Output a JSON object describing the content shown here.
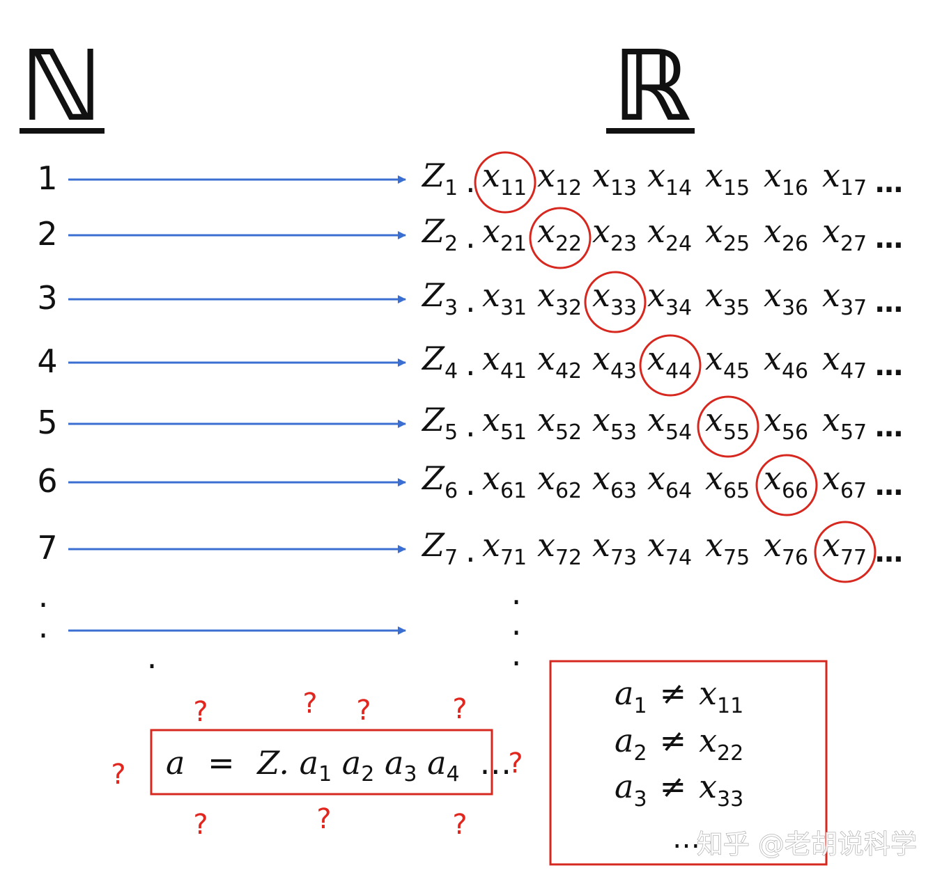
{
  "sets": {
    "naturals": "ℕ",
    "reals": "ℝ"
  },
  "rows": [
    {
      "n": "1",
      "z_sub": "1",
      "subs": [
        "11",
        "12",
        "13",
        "14",
        "15",
        "16",
        "17"
      ]
    },
    {
      "n": "2",
      "z_sub": "2",
      "subs": [
        "21",
        "22",
        "23",
        "24",
        "25",
        "26",
        "27"
      ]
    },
    {
      "n": "3",
      "z_sub": "3",
      "subs": [
        "31",
        "32",
        "33",
        "34",
        "35",
        "36",
        "37"
      ]
    },
    {
      "n": "4",
      "z_sub": "4",
      "subs": [
        "41",
        "42",
        "43",
        "44",
        "45",
        "46",
        "47"
      ]
    },
    {
      "n": "5",
      "z_sub": "5",
      "subs": [
        "51",
        "52",
        "53",
        "54",
        "55",
        "56",
        "57"
      ]
    },
    {
      "n": "6",
      "z_sub": "6",
      "subs": [
        "61",
        "62",
        "63",
        "64",
        "65",
        "66",
        "67"
      ]
    },
    {
      "n": "7",
      "z_sub": "7",
      "subs": [
        "71",
        "72",
        "73",
        "74",
        "75",
        "76",
        "77"
      ]
    }
  ],
  "symbols": {
    "Z": "Z",
    "x": "x",
    "dot": ".",
    "ellipsis": "…",
    "question": "?"
  },
  "constructed_number": {
    "lhs": "a",
    "eq": "=",
    "z": "Z.",
    "terms": [
      {
        "base": "a",
        "sub": "1"
      },
      {
        "base": "a",
        "sub": "2"
      },
      {
        "base": "a",
        "sub": "3"
      },
      {
        "base": "a",
        "sub": "4"
      }
    ],
    "ellipsis": "…"
  },
  "inequalities": [
    {
      "a_sub": "1",
      "neq": "≠",
      "x_sub": "11"
    },
    {
      "a_sub": "2",
      "neq": "≠",
      "x_sub": "22"
    },
    {
      "a_sub": "3",
      "neq": "≠",
      "x_sub": "33"
    }
  ],
  "inequalities_more": "…",
  "watermark": "知乎 @老胡说科学",
  "colors": {
    "arrow": "#3a6fd1",
    "circle": "#d7281f",
    "box": "#d7281f",
    "question": "#e0261e",
    "text": "#111111"
  }
}
